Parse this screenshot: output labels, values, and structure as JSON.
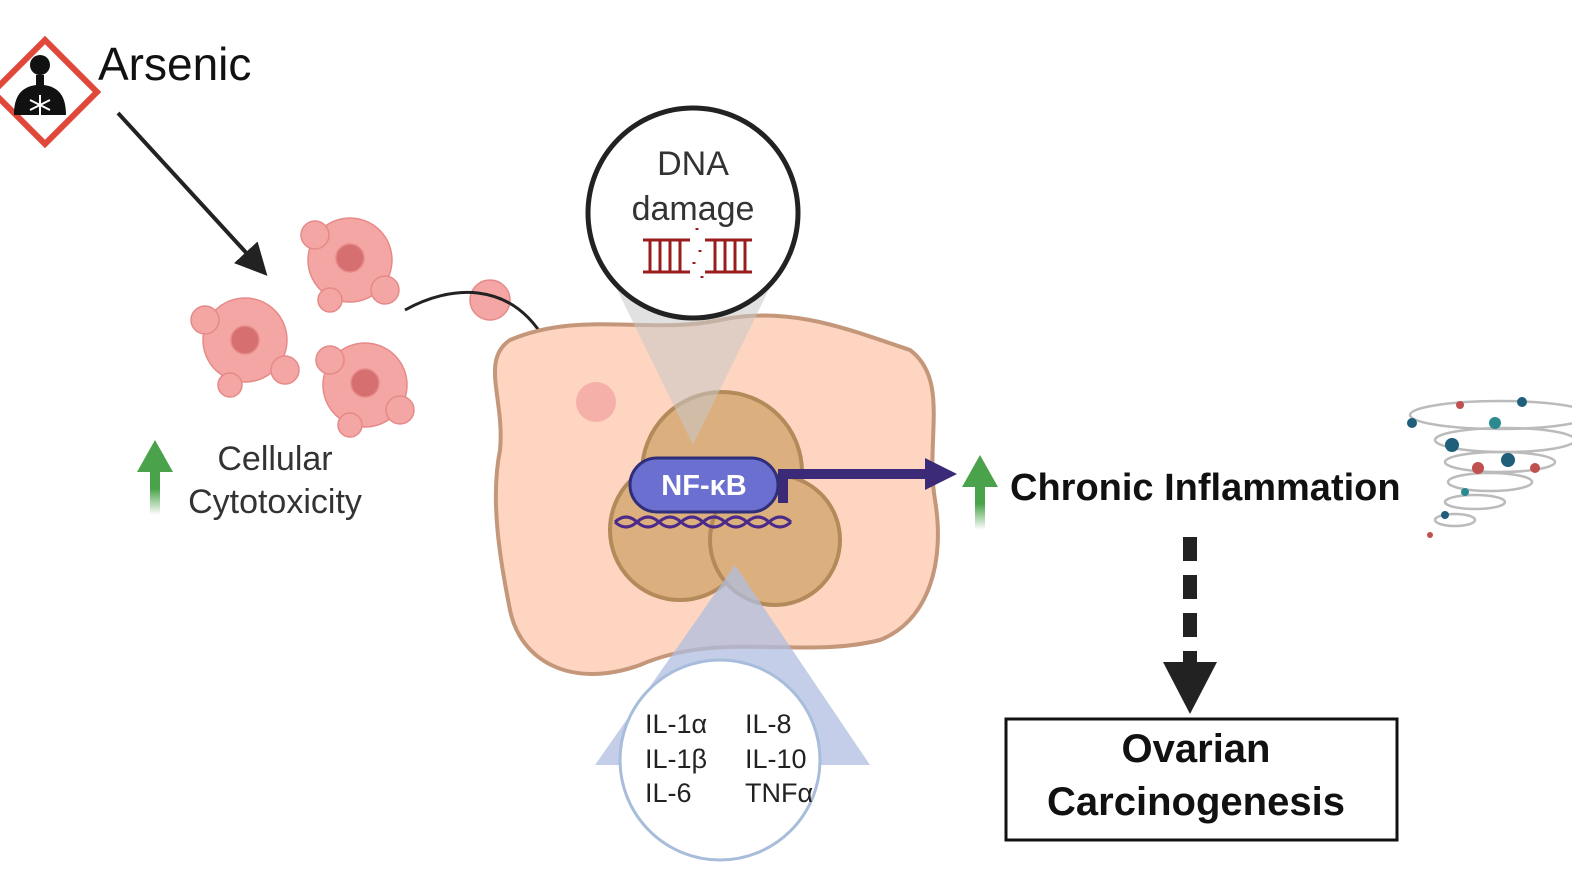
{
  "arsenic": {
    "label": "Arsenic",
    "icon": "health-hazard-icon"
  },
  "cytotoxicity": {
    "line1": "Cellular",
    "line2": "Cytotoxicity"
  },
  "dna_damage": {
    "line1": "DNA",
    "line2": "damage"
  },
  "nfkb": {
    "label": "NF-κB"
  },
  "inflammation": {
    "label": "Chronic Inflammation"
  },
  "outcome": {
    "line1": "Ovarian",
    "line2": "Carcinogenesis"
  },
  "cytokines": {
    "col1": [
      "IL-1α",
      "IL-1β",
      "IL-6"
    ],
    "col2": [
      "IL-8",
      "IL-10",
      "TNFα"
    ]
  },
  "colors": {
    "up_arrow": "#4aa34a",
    "nfkb": "#6a6fd0",
    "hazard": "#e0483a",
    "cell": "#fdd5c0",
    "nucleus": "#dcb07e"
  }
}
